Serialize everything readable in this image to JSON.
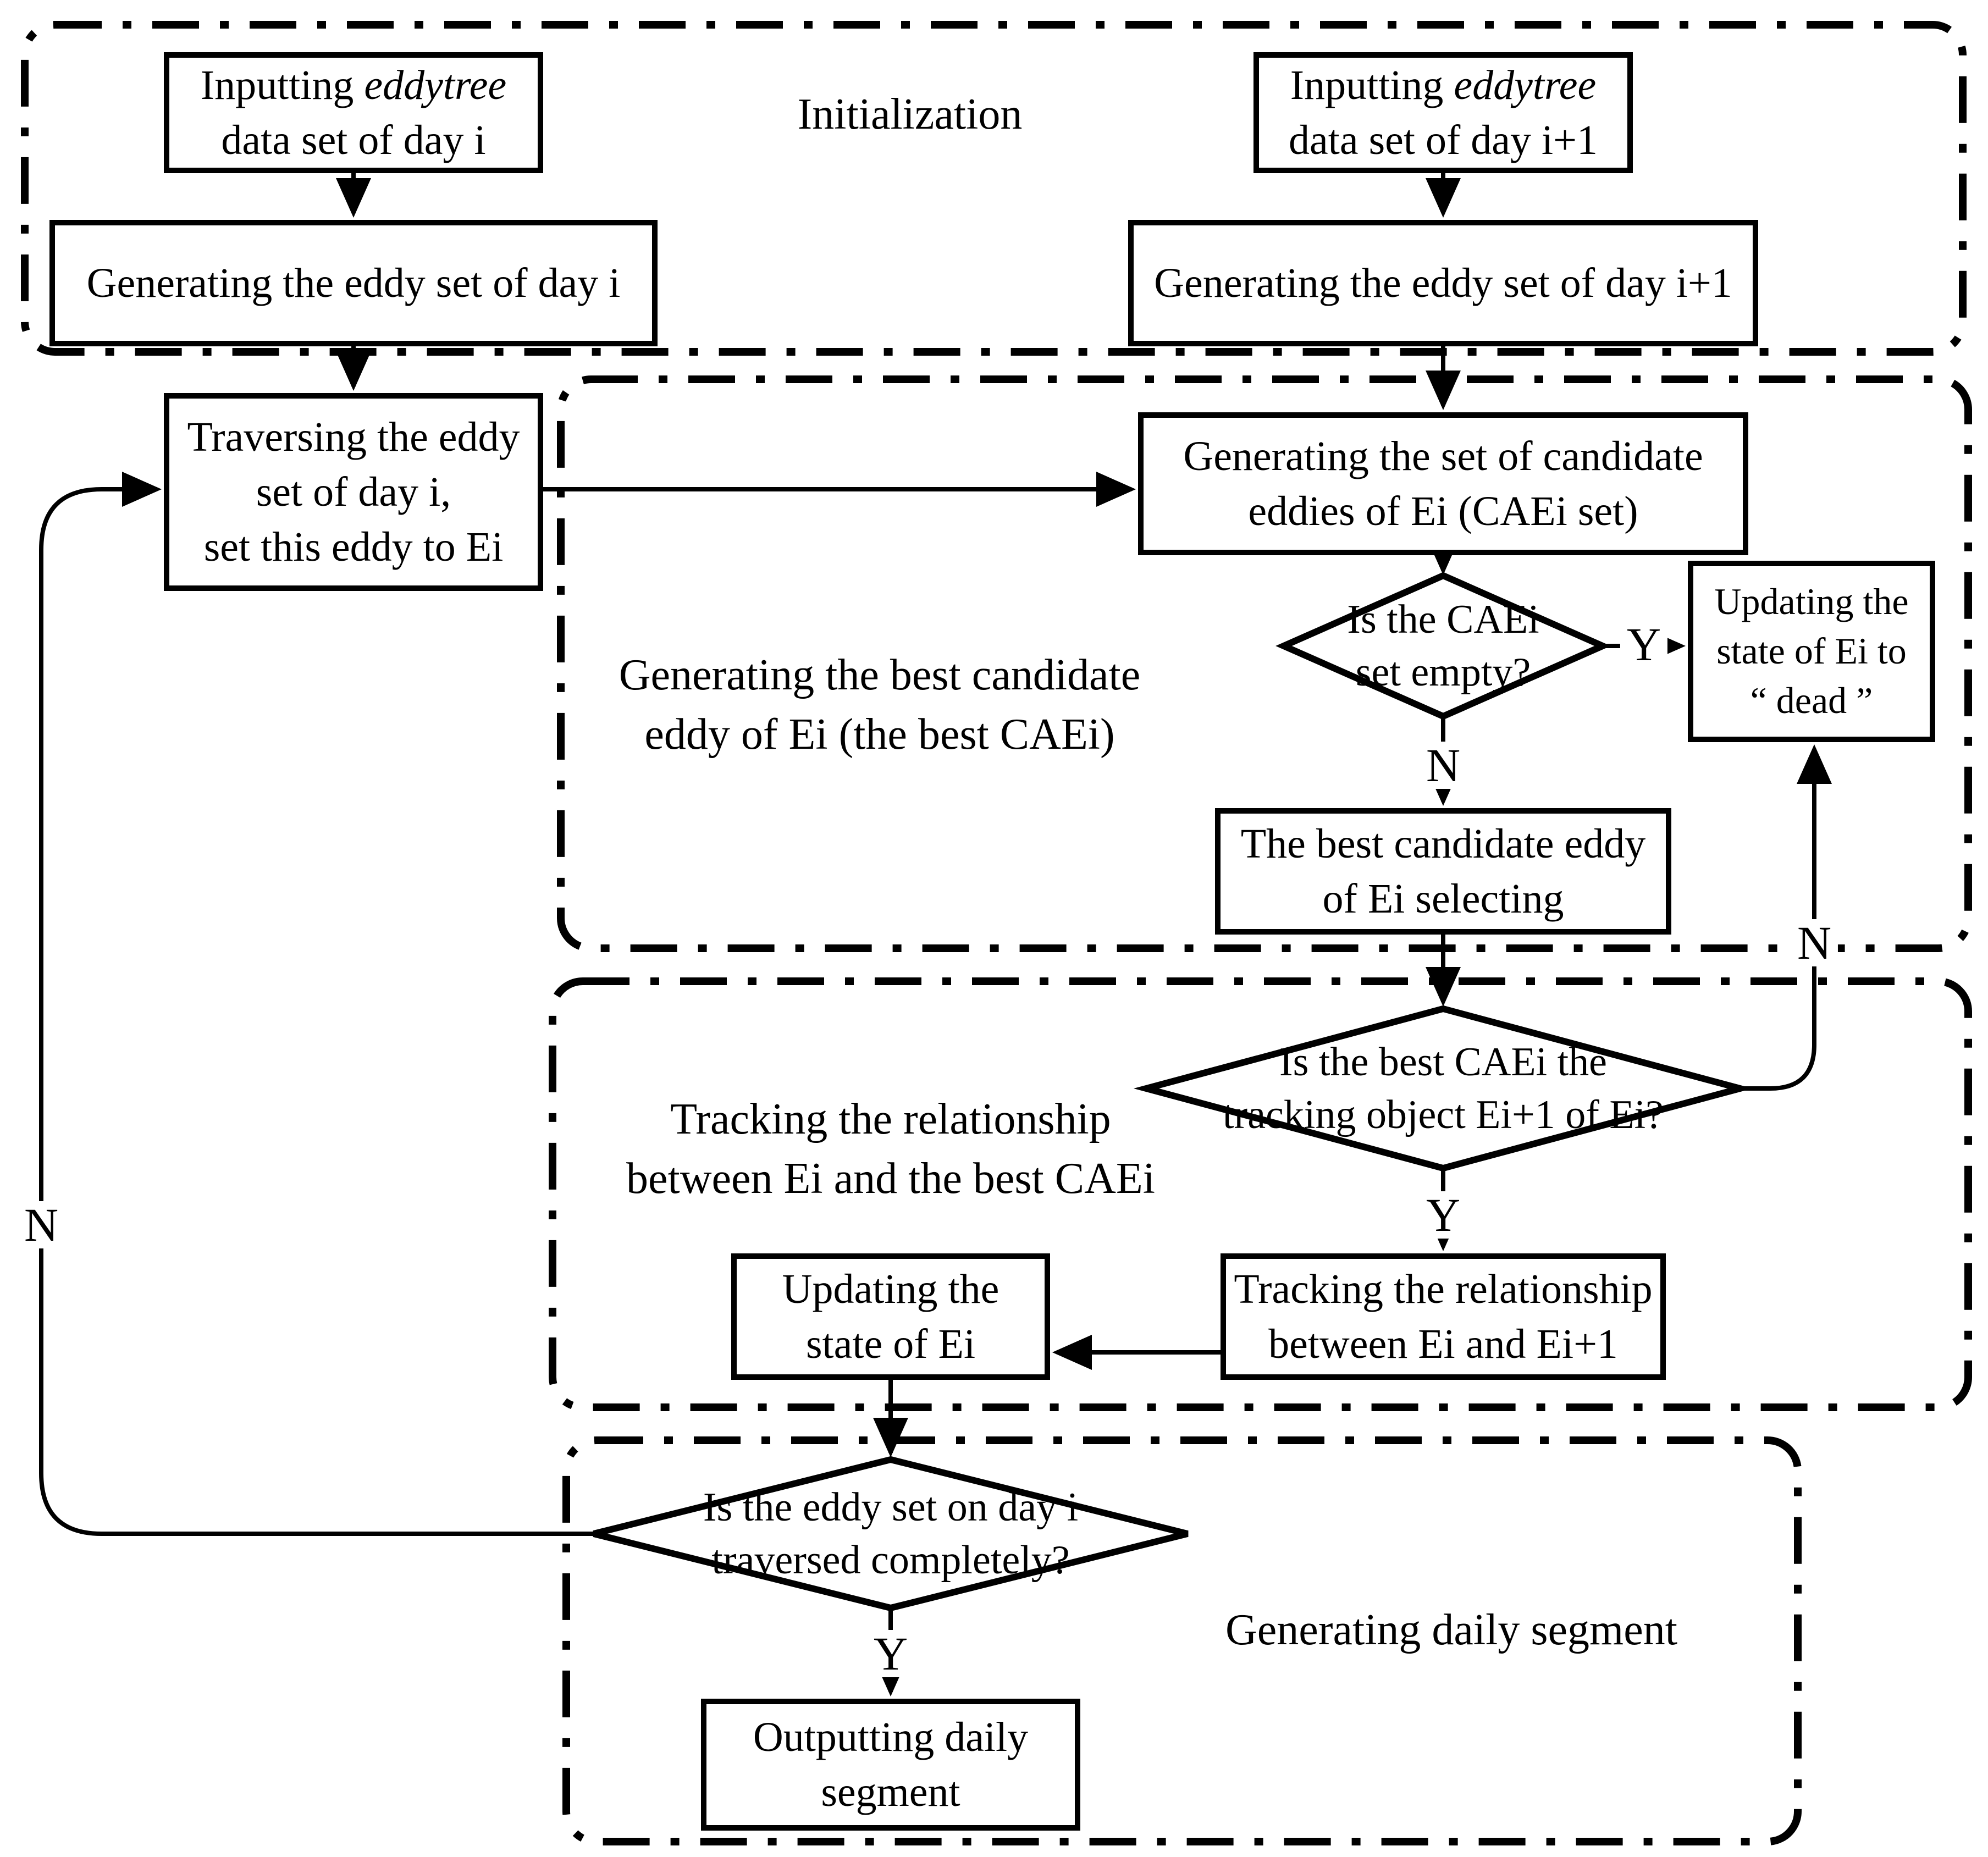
{
  "diagram_title": "Eddy tracking flowchart",
  "colors": {
    "stroke": "#000000",
    "background": "#ffffff"
  },
  "sections": {
    "initialization": {
      "label": "Initialization"
    },
    "best_candidate": {
      "label_line1": "Generating the best candidate",
      "label_line2": "eddy of Ei (the best CAEi)"
    },
    "tracking": {
      "label_line1": "Tracking the relationship",
      "label_line2": "between Ei and the best CAEi"
    },
    "daily_segment": {
      "label": "Generating daily segment"
    }
  },
  "boxes": {
    "input_day_i": {
      "line1_pre": "Inputting ",
      "line1_italic": "eddytree",
      "line2": "data set of day i"
    },
    "input_day_i1": {
      "line1_pre": "Inputting ",
      "line1_italic": "eddytree",
      "line2": "data set of day i+1"
    },
    "gen_eddy_set_i": {
      "line1": "Generating the eddy set of day i"
    },
    "gen_eddy_set_i1": {
      "line1": "Generating the eddy set of day i+1"
    },
    "traversing": {
      "line1": "Traversing the eddy",
      "line2": "set of day i,",
      "line3": "set this eddy to Ei"
    },
    "gen_candidate_set": {
      "line1": "Generating the set of candidate",
      "line2": "eddies of Ei (CAEi set)"
    },
    "update_dead": {
      "line1": "Updating the",
      "line2": "state of Ei to",
      "line3": "“ dead ”"
    },
    "best_select": {
      "line1": "The best candidate eddy",
      "line2": "of Ei selecting"
    },
    "update_state": {
      "line1": "Updating the",
      "line2": "state of Ei"
    },
    "track_rel": {
      "line1": "Tracking the relationship",
      "line2": "between Ei and Ei+1"
    },
    "output_segment": {
      "line1": "Outputting daily",
      "line2": "segment"
    }
  },
  "decisions": {
    "caei_empty": {
      "line1": "Is the CAEi",
      "line2": "set empty?"
    },
    "is_tracking_object": {
      "line1": "Is the best CAEi  the",
      "line2": "tracking object Ei+1 of Ei?"
    },
    "traversed_completely": {
      "line1": "Is the eddy set on day i",
      "line2": "traversed completely?"
    }
  },
  "edge_labels": {
    "yes": "Y",
    "no": "N"
  }
}
